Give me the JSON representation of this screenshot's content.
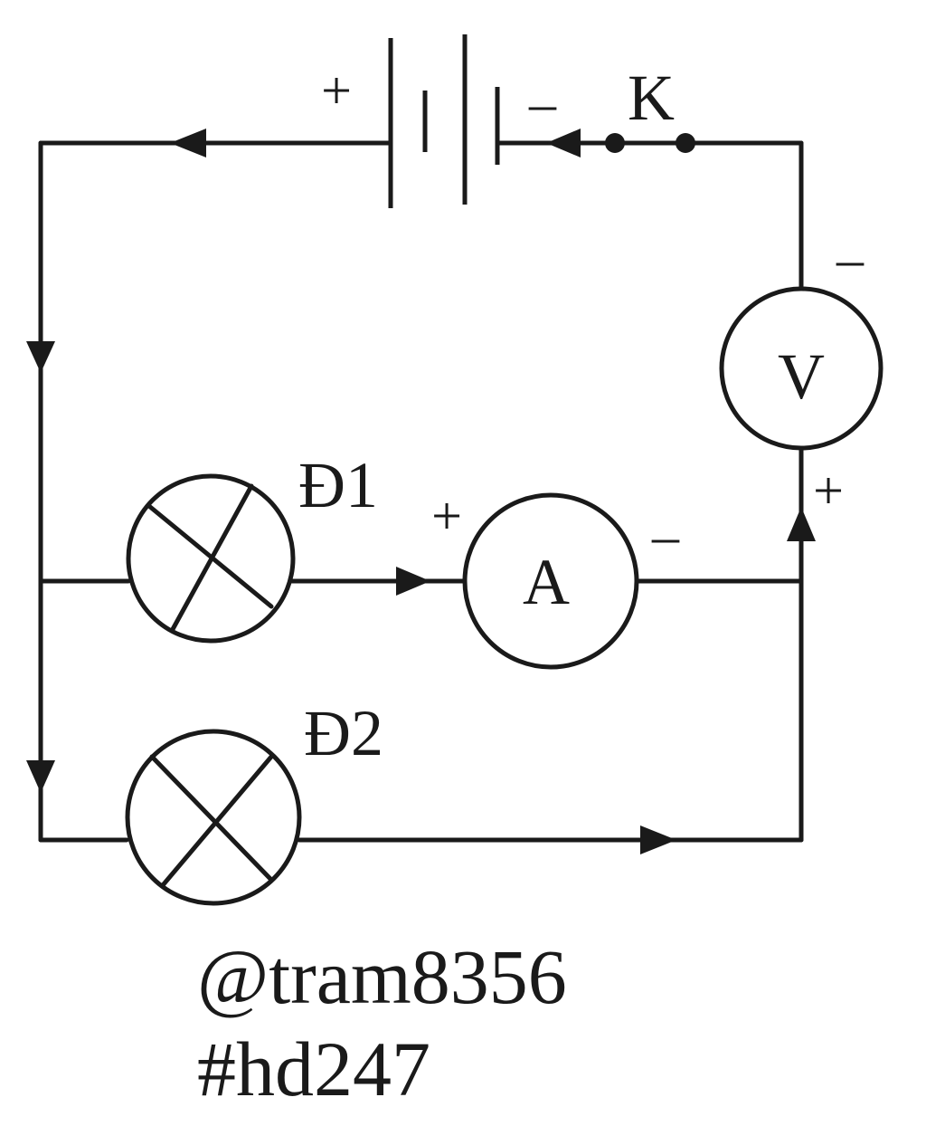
{
  "diagram": {
    "battery": {
      "plus_sign": "+",
      "minus_sign": "–"
    },
    "switch": {
      "label": "K"
    },
    "voltmeter": {
      "symbol": "V",
      "minus_sign": "–",
      "plus_sign": "+"
    },
    "ammeter": {
      "symbol": "A",
      "plus_sign": "+",
      "minus_sign": "–"
    },
    "lamp1": {
      "label": "Đ1"
    },
    "lamp2": {
      "label": "Đ2"
    },
    "watermark": {
      "line1": "@tram8356",
      "line2": "#hd247"
    },
    "colors": {
      "line": "#1a1a1a",
      "background": "#ffffff"
    }
  }
}
